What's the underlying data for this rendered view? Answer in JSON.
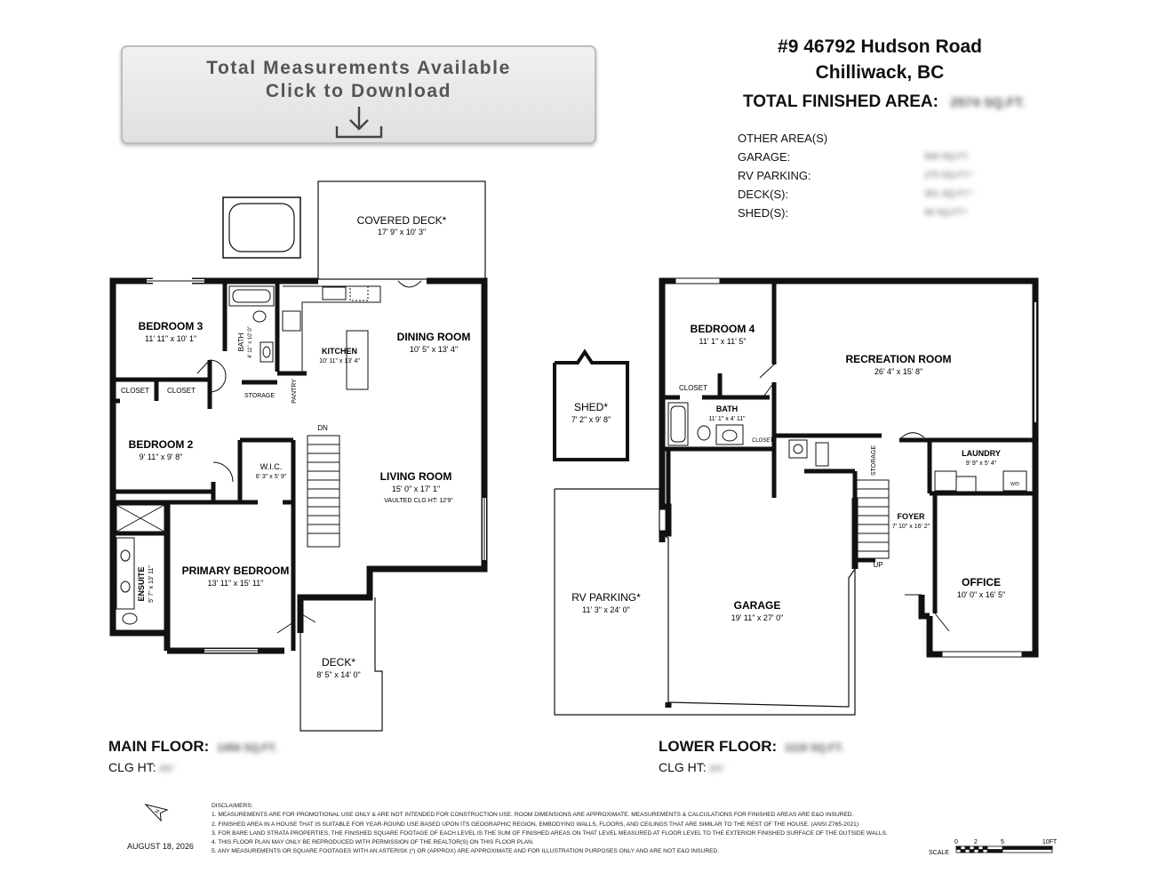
{
  "download": {
    "line1": "Total Measurements Available",
    "line2": "Click to Download"
  },
  "address": {
    "line1": "#9 46792 Hudson Road",
    "line2": "Chilliwack, BC"
  },
  "total_finished_area": {
    "label": "TOTAL FINISHED AREA:",
    "value": "2574 SQ.FT."
  },
  "other_areas": {
    "heading": "OTHER AREA(S)",
    "items": [
      {
        "label": "GARAGE:",
        "value": "566 SQ.FT."
      },
      {
        "label": "RV PARKING:",
        "value": "270 SQ.FT.*"
      },
      {
        "label": "DECK(S):",
        "value": "301 SQ.FT.*"
      },
      {
        "label": "SHED(S):",
        "value": "69 SQ.FT.*"
      }
    ]
  },
  "main_floor": {
    "label": "MAIN FLOOR:",
    "area": "1456 SQ.FT.",
    "clg_label": "CLG HT:",
    "clg_value": "8'6\"",
    "rooms": {
      "covered_deck": {
        "name": "COVERED DECK*",
        "dims": "17' 9\" x 10' 3\""
      },
      "bedroom3": {
        "name": "BEDROOM 3",
        "dims": "11' 11\" x 10' 1\""
      },
      "bath": {
        "name": "BATH",
        "dims": "4' 11\" x 10' 0\""
      },
      "kitchen": {
        "name": "KITCHEN",
        "dims": "10' 11\" x 13' 4\""
      },
      "dining": {
        "name": "DINING ROOM",
        "dims": "10' 5\" x 13' 4\""
      },
      "closet_a": "CLOSET",
      "closet_b": "CLOSET",
      "storage": "STORAGE",
      "pantry": "PANTRY",
      "dn": "DN",
      "bedroom2": {
        "name": "BEDROOM 2",
        "dims": "9' 11\" x 9' 8\""
      },
      "wic": {
        "name": "W.I.C.",
        "dims": "6' 3\" x 5' 9\""
      },
      "living": {
        "name": "LIVING ROOM",
        "dims": "15' 0\" x 17' 1\"",
        "note": "VAULTED CLG HT:   12'9\""
      },
      "ensuite": {
        "name": "ENSUITE",
        "dims": "5' 7\" x 13' 11\""
      },
      "primary": {
        "name": "PRIMARY BEDROOM",
        "dims": "13' 11\" x 15' 11\""
      },
      "deck": {
        "name": "DECK*",
        "dims": "8' 5\" x 14' 0\""
      }
    }
  },
  "lower_floor": {
    "label": "LOWER FLOOR:",
    "area": "1118 SQ.FT.",
    "clg_label": "CLG HT:",
    "clg_value": "8'0\"",
    "rooms": {
      "shed": {
        "name": "SHED*",
        "dims": "7' 2\" x 9' 8\""
      },
      "bedroom4": {
        "name": "BEDROOM 4",
        "dims": "11' 1\" x 11' 5\""
      },
      "recreation": {
        "name": "RECREATION ROOM",
        "dims": "26' 4\" x 15' 8\""
      },
      "closet": "CLOSET",
      "bath": {
        "name": "BATH",
        "dims": "11' 1\" x 4' 11\""
      },
      "closet_small": "CLOSET",
      "storage": "STORAGE",
      "laundry": {
        "name": "LAUNDRY",
        "dims": "9' 9\" x 5' 4\""
      },
      "wd": "W/D",
      "foyer": {
        "name": "FOYER",
        "dims": "7' 10\" x 16' 2\""
      },
      "up": "UP",
      "rv": {
        "name": "RV PARKING*",
        "dims": "11' 3\" x 24' 0\""
      },
      "garage": {
        "name": "GARAGE",
        "dims": "19' 11\" x 27' 0\""
      },
      "office": {
        "name": "OFFICE",
        "dims": "10' 0\" x 16' 5\""
      }
    }
  },
  "disclaimers": {
    "heading": "DISCLAIMERS:",
    "items": [
      "1. MEASUREMENTS ARE FOR PROMOTIONAL USE ONLY & ARE NOT INTENDED FOR CONSTRUCTION USE. ROOM DIMENSIONS ARE APPROXIMATE. MEASUREMENTS & CALCULATIONS FOR FINISHED AREAS ARE E&O INSURED.",
      "2. FINISHED AREA IN A HOUSE THAT IS SUITABLE FOR YEAR-ROUND USE BASED UPON ITS GEOGRAPHIC REGION, EMBODYING WALLS, FLOORS, AND CEILINGS THAT ARE SIMILAR TO THE REST OF THE HOUSE. (ANSI Z765-2021)",
      "3.  FOR BARE LAND STRATA PROPERTIES, THE FINISHED SQUARE FOOTAGE OF EACH LEVEL IS THE SUM OF FINISHED AREAS ON THAT LEVEL MEASURED AT FLOOR LEVEL TO THE EXTERIOR FINISHED SURFACE OF THE OUTSIDE WALLS.",
      "4. THIS FLOOR PLAN MAY ONLY BE REPRODUCED WITH PERMISSION OF THE REALTOR(S) ON THIS FLOOR PLAN.",
      "5. ANY MEASUREMENTS OR SQUARE FOOTAGES WITH AN ASTERISK (*) OR (APPROX) ARE APPROXIMATE AND FOR ILLUSTRATION PURPOSES ONLY AND ARE NOT E&O INSURED."
    ]
  },
  "date": "AUGUST 18, 2026",
  "north": "N",
  "scale": {
    "label": "SCALE",
    "ticks": [
      "0",
      "2",
      "5",
      "10FT"
    ]
  },
  "icons": [
    "download-icon",
    "north-arrow-icon"
  ]
}
